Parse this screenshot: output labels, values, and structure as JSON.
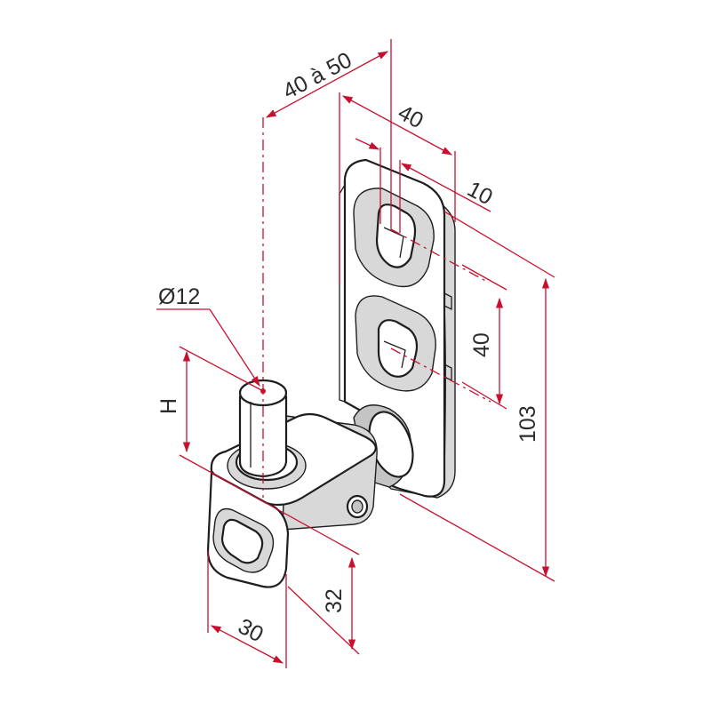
{
  "diagram": {
    "labels": {
      "span": "40 à 50",
      "plate_width": "40",
      "slot_width": "10",
      "slot_spacing": "40",
      "plate_height": "103",
      "pin_diameter": "Ø12",
      "pin_height": "H",
      "block_height": "32",
      "block_width": "30"
    },
    "colors": {
      "dimension": "#c8102e",
      "outline": "#1e1e1e",
      "text": "#2b2b2b"
    }
  }
}
